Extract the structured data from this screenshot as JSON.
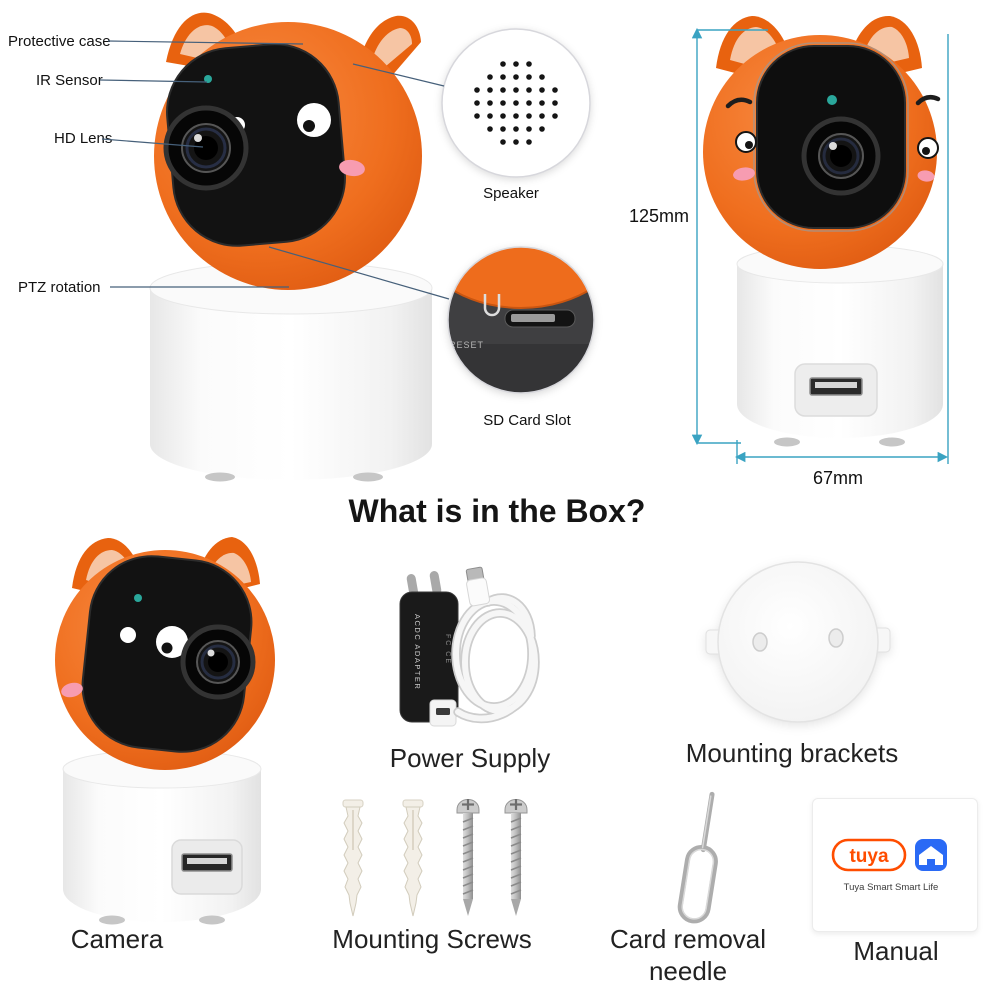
{
  "colors": {
    "brand_orange": "#ee6c1c",
    "callout_line": "#46607a",
    "dimension_line": "#3aa3c2",
    "tuya_orange": "#ff4d00",
    "tuya_blue": "#2a6af5"
  },
  "annotations": {
    "protective_case": "Protective case",
    "ir_sensor": "IR Sensor",
    "hd_lens": "HD Lens",
    "ptz_rotation": "PTZ rotation",
    "speaker": "Speaker",
    "sd_card_slot": "SD Card Slot",
    "reset": "RESET"
  },
  "dimensions": {
    "height": "125mm",
    "width": "67mm"
  },
  "heading": "What is in the Box?",
  "box_items": {
    "camera": "Camera",
    "power_supply": "Power Supply",
    "mounting_brackets": "Mounting brackets",
    "mounting_screws": "Mounting Screws",
    "card_removal_needle": "Card removal needle",
    "manual": "Manual"
  },
  "power_adapter": {
    "side_text": "ACDC ADAPTER",
    "cert_text": "FC CE"
  },
  "manual_card": {
    "logo_text": "tuya",
    "caption": "Tuya Smart  Smart Life"
  }
}
